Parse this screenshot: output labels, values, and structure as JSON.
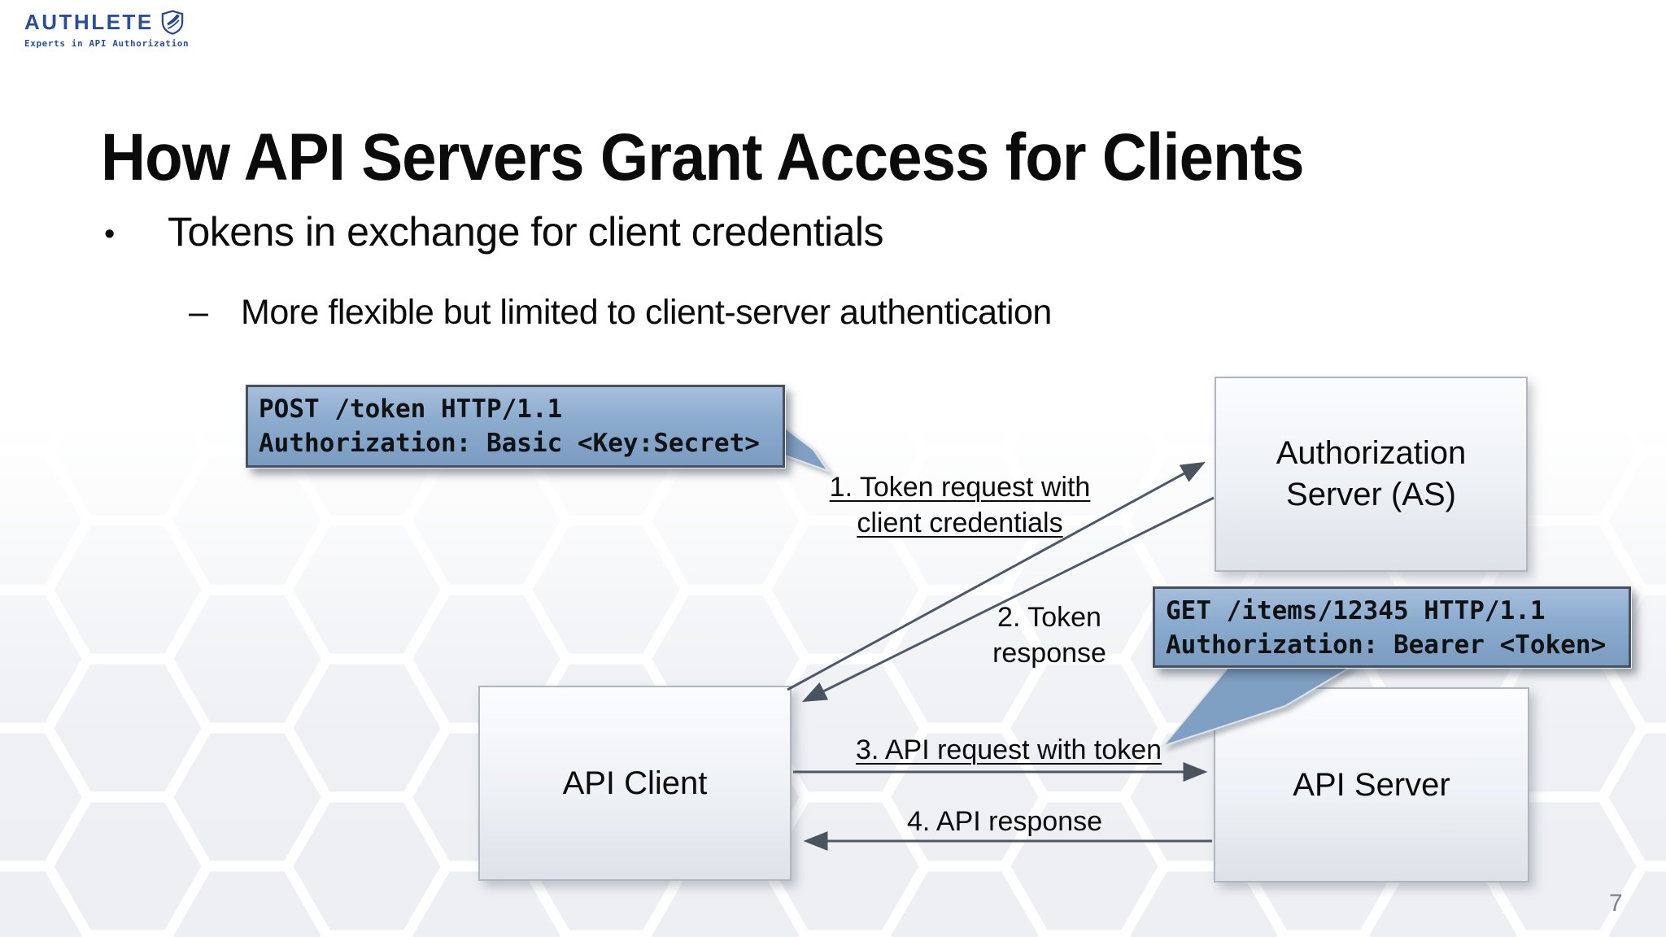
{
  "logo": {
    "brand": "AUTHLETE",
    "tagline": "Experts in API Authorization",
    "brand_color": "#2a4f97"
  },
  "slide": {
    "title": "How API Servers Grant Access for Clients",
    "page_number": "7"
  },
  "bullets": [
    {
      "marker": "•",
      "text": "Tokens in exchange for client credentials"
    },
    {
      "marker": "–",
      "text": "More flexible but limited to client-server authentication"
    }
  ],
  "diagram": {
    "nodes": [
      {
        "label": "Authorization Server (AS)"
      },
      {
        "label": "API Client"
      },
      {
        "label": "API Server"
      }
    ],
    "callouts": [
      {
        "lines": [
          "POST /token HTTP/1.1",
          "Authorization: Basic <Key:Secret>"
        ]
      },
      {
        "lines": [
          "GET /items/12345 HTTP/1.1",
          "Authorization: Bearer <Token>"
        ]
      }
    ],
    "flows": [
      {
        "label": "1. Token request with client credentials",
        "underlined": true
      },
      {
        "label": "2. Token response",
        "underlined": false
      },
      {
        "label": "3. API request with token",
        "underlined": true
      },
      {
        "label": "4. API response",
        "underlined": false
      }
    ],
    "colors": {
      "callout_blue_top": "#a6bedb",
      "callout_blue_bottom": "#7b9cc0",
      "callout_border": "#47525e",
      "node_fill": "#eef1f5",
      "node_border": "#b0b6bd",
      "arrow": "#4e5866",
      "hexagon_fill": "#edeff3"
    }
  }
}
